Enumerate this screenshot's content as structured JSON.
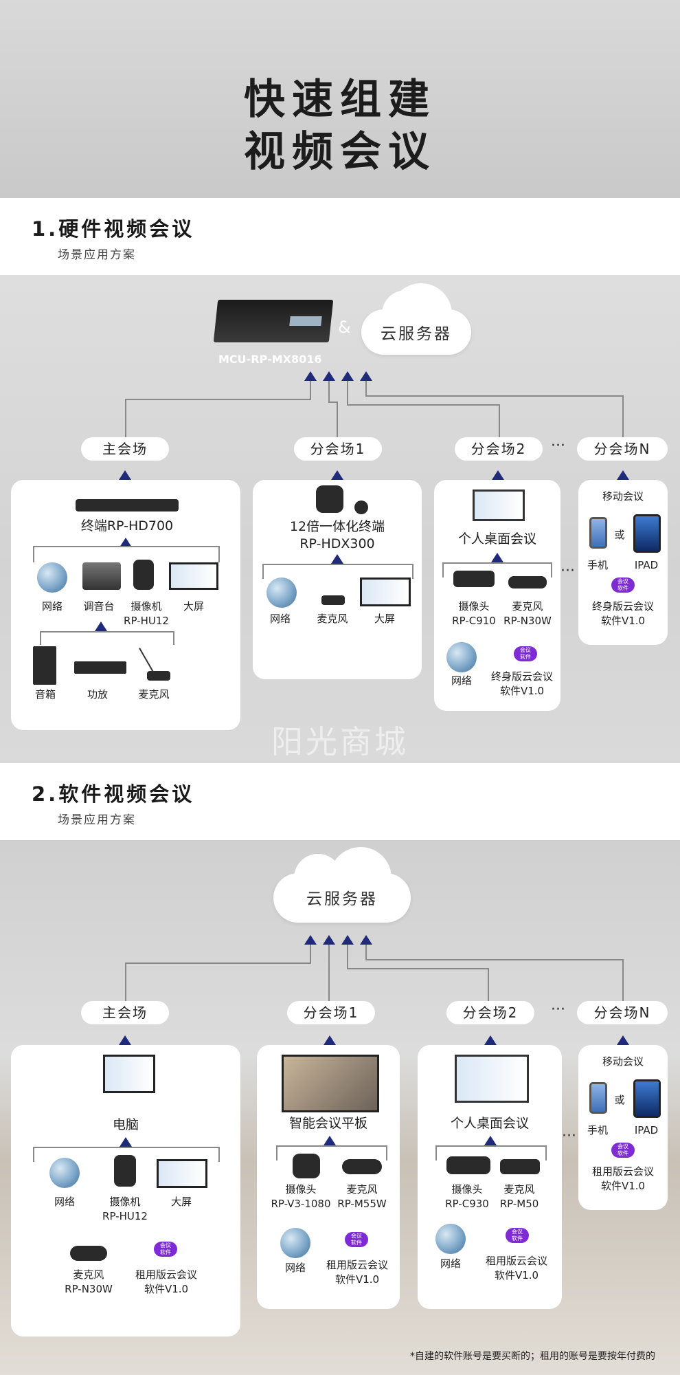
{
  "hero": {
    "line1": "快速组建",
    "line2": "视频会议"
  },
  "section1": {
    "title": "1.硬件视频会议",
    "subtitle": "场景应用方案",
    "mcu_label": "MCU-RP-MX8016",
    "amp": "&",
    "cloud": "云服务器",
    "pills": {
      "main": "主会场",
      "branch1": "分会场1",
      "branch2": "分会场2",
      "ellipsis": "···",
      "branchN": "分会场N"
    },
    "main_card": {
      "title": "终端RP-HD700",
      "items": [
        "网络",
        "调音台",
        "摄像机\nRP-HU12",
        "大屏"
      ],
      "items2": [
        "音箱",
        "功放",
        "麦克风"
      ]
    },
    "branch1_card": {
      "title": "12倍一体化终端\nRP-HDX300",
      "items": [
        "网络",
        "麦克风",
        "大屏"
      ]
    },
    "branch2_card": {
      "title": "个人桌面会议",
      "items": [
        "摄像头\nRP-C910",
        "麦克风\nRP-N30W"
      ],
      "items2": [
        "网络",
        "终身版云会议\n软件V1.0"
      ]
    },
    "mobile_card": {
      "title": "移动会议",
      "or": "或",
      "phone": "手机",
      "ipad": "IPAD",
      "software": "终身版云会议\n软件V1.0"
    },
    "watermark": "阳光商城"
  },
  "section2": {
    "title": "2.软件视频会议",
    "subtitle": "场景应用方案",
    "cloud": "云服务器",
    "pills": {
      "main": "主会场",
      "branch1": "分会场1",
      "branch2": "分会场2",
      "ellipsis": "···",
      "branchN": "分会场N"
    },
    "main_card": {
      "title": "电脑",
      "items": [
        "网络",
        "摄像机\nRP-HU12",
        "大屏"
      ],
      "items2": [
        "麦克风\nRP-N30W",
        "租用版云会议\n软件V1.0"
      ]
    },
    "branch1_card": {
      "title": "智能会议平板",
      "items": [
        "摄像头\nRP-V3-1080",
        "麦克风\nRP-M55W"
      ],
      "items2": [
        "网络",
        "租用版云会议\n软件V1.0"
      ]
    },
    "branch2_card": {
      "title": "个人桌面会议",
      "items": [
        "摄像头\nRP-C930",
        "麦克风\nRP-M50"
      ],
      "items2": [
        "网络",
        "租用版云会议\n软件V1.0"
      ]
    },
    "mobile_card": {
      "title": "移动会议",
      "or": "或",
      "phone": "手机",
      "ipad": "IPAD",
      "software": "租用版云会议\n软件V1.0"
    }
  },
  "cloud_icon_text": "会议\n软件",
  "footnote": "*自建的软件账号是要买断的；租用的账号是要按年付费的"
}
